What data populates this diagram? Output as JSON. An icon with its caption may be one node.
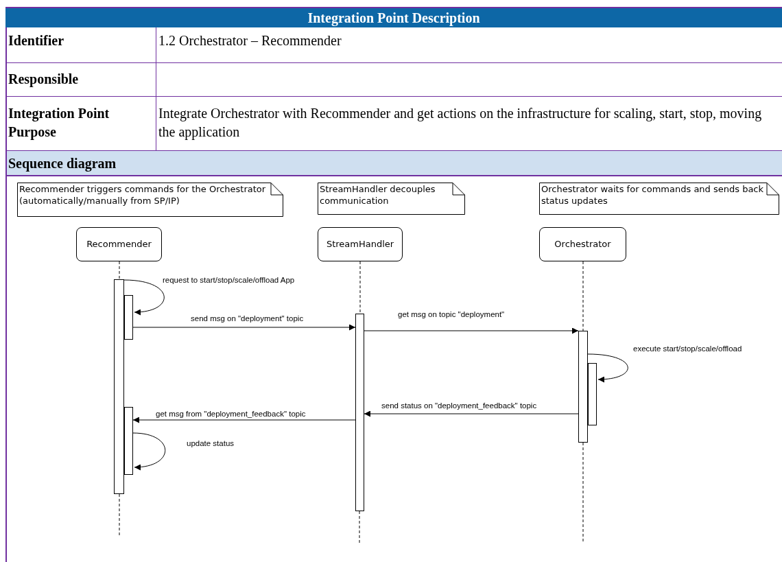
{
  "diagram": {
    "title": "Integration Point Description",
    "nodes": [
      {
        "text": [
          "Recommender triggers commands for the Orchestrator (automatically/manually from SP/IP)"
        ]
      },
      {
        "text": [
          "StreamHandler decouples communication"
        ]
      },
      {
        "text": [
          "Orchestrator waits for commands and sends back status updates"
        ]
      },
      {
        "text": [
          "Recommender"
        ]
      },
      {
        "text": [
          "StreamHandler"
        ]
      },
      {
        "text": [
          "Orchestrator"
        ]
      },
      {
        "text": [],
        "shape": "bar"
      },
      {
        "text": [],
        "shape": "bar"
      },
      {
        "text": [],
        "shape": "bar"
      },
      {
        "text": [],
        "shape": "bar"
      },
      {
        "text": [],
        "shape": "bar"
      },
      {
        "text": [],
        "shape": "bar"
      }
    ],
    "edges": [
      {
        "from": 3,
        "to": 6,
        "arrow": "none",
        "style": "dashed"
      },
      {
        "from": 4,
        "to": 9,
        "arrow": "none",
        "style": "dashed"
      },
      {
        "from": 5,
        "to": 10,
        "arrow": "none",
        "style": "dashed"
      },
      {
        "from": 6,
        "to": 7,
        "arrow": "to",
        "label": "request to start/stop/scale/offload App"
      },
      {
        "from": 7,
        "to": 9,
        "arrow": "to",
        "label": "send msg on \"deployment\" topic"
      },
      {
        "from": 9,
        "to": 10,
        "arrow": "to",
        "label": "get msg on topic \"deployment\""
      },
      {
        "from": 10,
        "to": 11,
        "arrow": "to",
        "label": "execute start/stop/scale/offload"
      },
      {
        "from": 10,
        "to": 9,
        "arrow": "to",
        "label": "send status on \"deployment_feedback\" topic"
      },
      {
        "from": 9,
        "to": 8,
        "arrow": "to",
        "label": "get msg from \"deployment_feedback\" topic"
      },
      {
        "from": 8,
        "to": 8,
        "arrow": "to",
        "label": "update status"
      }
    ],
    "labels": [
      "Identifier",
      "1.2 Orchestrator – Recommender",
      "Responsible",
      "Integration Point Purpose",
      "Integrate Orchestrator with Recommender and get actions on the infrastructure for scaling, start, stop, moving the application",
      "Sequence diagram"
    ]
  }
}
